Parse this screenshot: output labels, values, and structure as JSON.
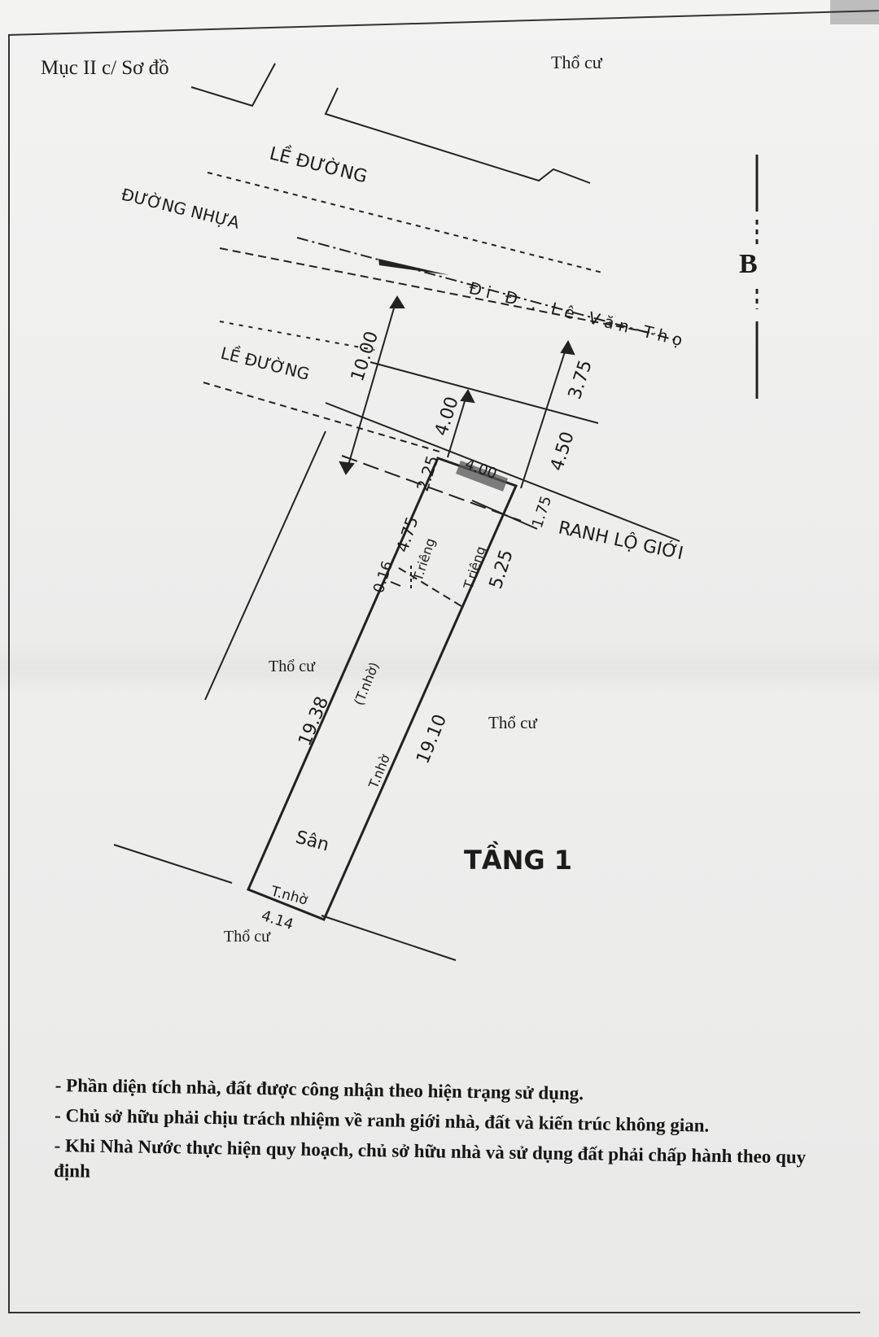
{
  "heading": "Mục II c/ Sơ đồ",
  "plan": {
    "roads": {
      "le_duong_top": "LỀ ĐƯỜNG",
      "duong_nhua": "ĐƯỜNG NHỰA",
      "le_duong_bottom": "LỀ ĐƯỜNG",
      "street_name": "Đi Đ . Lê Văn Thọ"
    },
    "neighbors": {
      "top_right": "Thổ cư",
      "left": "Thổ cư",
      "right": "Thổ cư",
      "bottom": "Thổ cư"
    },
    "north_arrow": "B",
    "boundary_label": "RANH LỘ GIỚI",
    "floor_label": "TẦNG 1",
    "yard_label": "Sân",
    "walls": {
      "left_wall": "(T.nhờ)",
      "right_wall": "T.nhờ",
      "back_wall": "T.nhờ",
      "shared_left": "T.riêng",
      "shared_right": "T.riêng"
    },
    "dimensions": {
      "d1000": "10.00",
      "d375": "3.75",
      "d400_left": "4.00",
      "d450": "4.50",
      "d225": "2.25",
      "d400_front": "4.00",
      "d175": "1.75",
      "d475": "4.75",
      "d016": "0.16",
      "d525": "5.25",
      "d1938": "19.38",
      "d1910": "19.10",
      "d414": "4.14"
    }
  },
  "notes": [
    "- Phần diện tích nhà, đất được công nhận theo hiện trạng sử dụng.",
    "- Chủ sở hữu phải chịu trách nhiệm về ranh giới nhà, đất và kiến trúc không gian.",
    "- Khi Nhà Nước thực hiện quy hoạch, chủ sở hữu nhà và sử dụng đất phải chấp hành theo quy định"
  ]
}
